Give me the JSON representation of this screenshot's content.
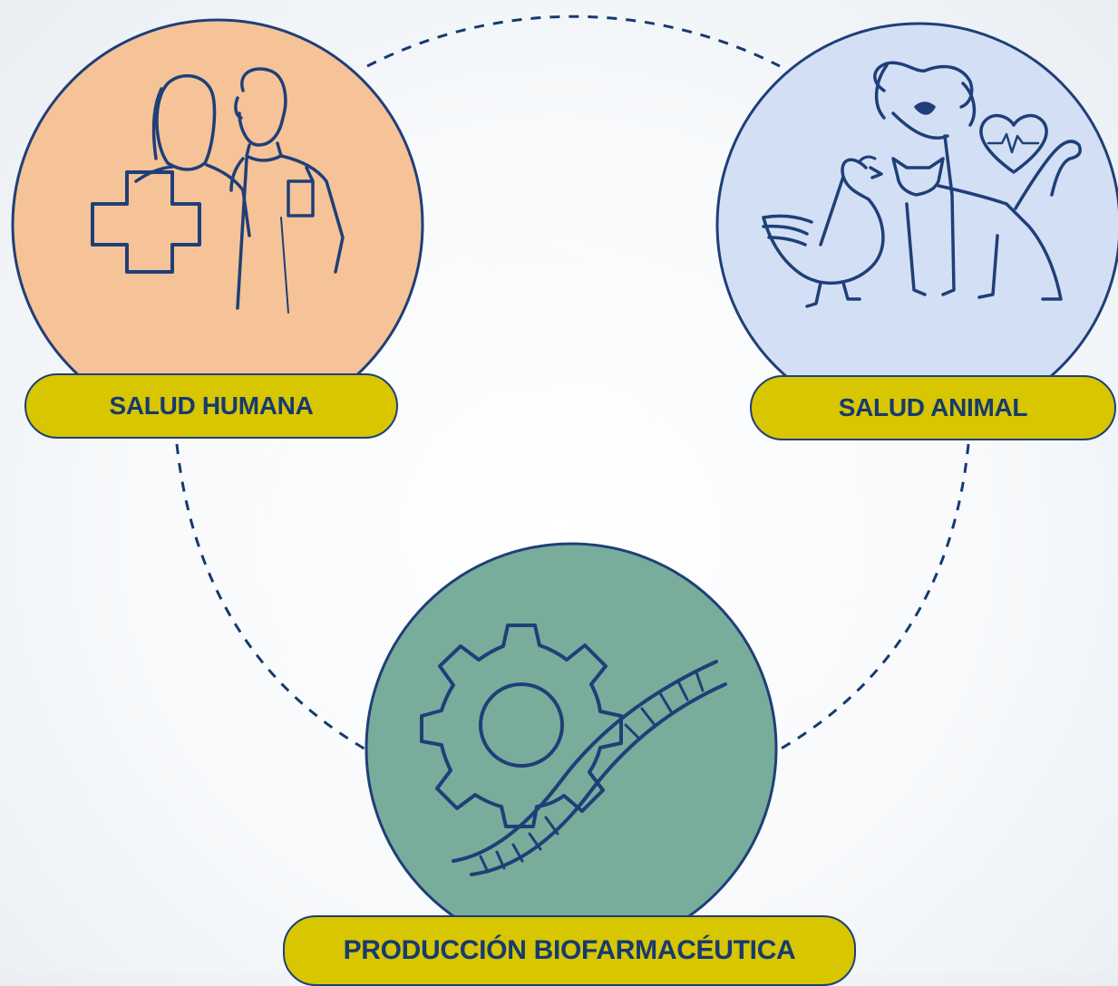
{
  "nodes": {
    "human": {
      "label": "SALUD HUMANA",
      "icon": "doctors-icon",
      "fill": "#f5c397"
    },
    "animal": {
      "label": "SALUD ANIMAL",
      "icon": "animals-icon",
      "fill": "#d3dff4"
    },
    "bio": {
      "label": "PRODUCCIÓN BIOFARMACÉUTICA",
      "icon": "gear-dna-icon",
      "fill": "#78ad9b"
    }
  },
  "colors": {
    "outline": "#1f3f78",
    "label_bg": "#d7c600",
    "label_text": "#163a70",
    "connector": "#163a70"
  }
}
